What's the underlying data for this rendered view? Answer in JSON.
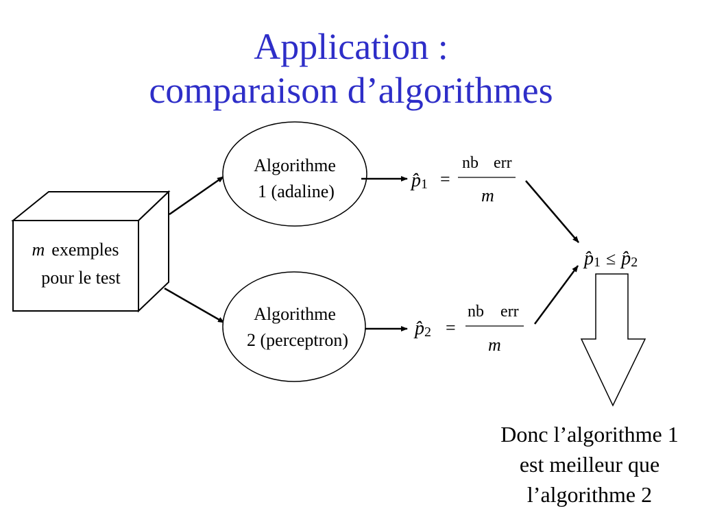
{
  "title": {
    "line1": "Application :",
    "line2": "comparaison d’algorithmes"
  },
  "colors": {
    "title": "#2e2ec8",
    "ink": "#000000",
    "background": "#ffffff"
  },
  "box": {
    "var": "m",
    "line1_rest": "exemples",
    "line2": "pour le test"
  },
  "algo1": {
    "line1": "Algorithme",
    "line2": "1 (adaline)"
  },
  "algo2": {
    "line1": "Algorithme",
    "line2": "2 (perceptron)"
  },
  "formula1": {
    "symbol": "p̂",
    "index": "1",
    "eq": "=",
    "num_a": "nb",
    "num_b": "err",
    "den": "m"
  },
  "formula2": {
    "symbol": "p̂",
    "index": "2",
    "eq": "=",
    "num_a": "nb",
    "num_b": "err",
    "den": "m"
  },
  "comparison": {
    "left_symbol": "p̂",
    "left_index": "1",
    "op": "≤",
    "right_symbol": "p̂",
    "right_index": "2"
  },
  "conclusion": {
    "line1": "Donc l’algorithme 1",
    "line2": "est meilleur que",
    "line3": "l’algorithme 2"
  }
}
